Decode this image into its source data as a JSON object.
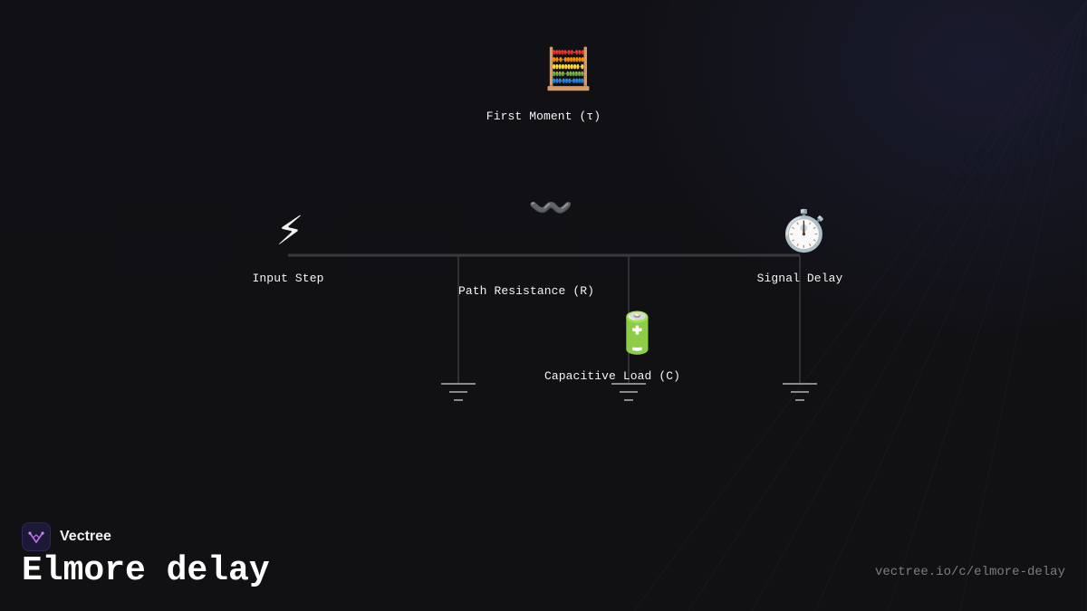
{
  "diagram": {
    "nodes": [
      {
        "id": "first-moment",
        "icon": "abacus-icon",
        "glyph": "🧮",
        "label": "First Moment (τ)"
      },
      {
        "id": "path-resistance",
        "icon": "wavy-resistor-icon",
        "glyph": "〰️",
        "label": "Path Resistance (R)"
      },
      {
        "id": "input-step",
        "icon": "lightning-bolt-icon",
        "glyph": "⚡",
        "label": "Input Step"
      },
      {
        "id": "signal-delay",
        "icon": "stopwatch-icon",
        "glyph": "⏱️",
        "label": "Signal Delay"
      },
      {
        "id": "capacitive-load",
        "icon": "battery-icon",
        "glyph": "🔋",
        "label": "Capacitive Load (C)"
      }
    ]
  },
  "footer": {
    "brand_name": "Vectree",
    "title": "Elmore delay",
    "url": "vectree.io/c/elmore-delay"
  },
  "colors": {
    "background": "#111115",
    "wire": "#3a3a3e",
    "ground": "#8a8a8e",
    "text": "#f4f4f4",
    "muted": "#7c7c84",
    "logo_accent": "#b66be0"
  }
}
